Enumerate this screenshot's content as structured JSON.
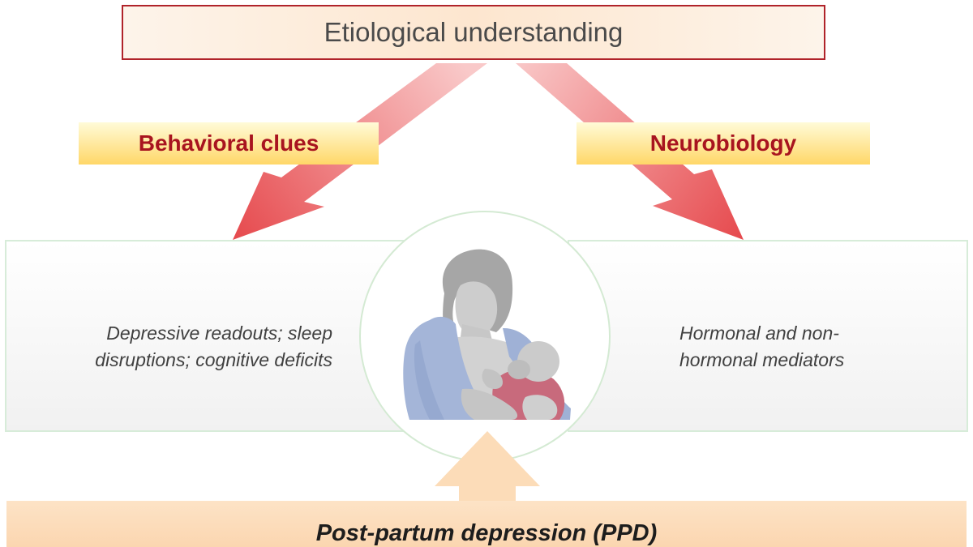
{
  "title": "Etiological understanding",
  "branches": {
    "left": {
      "label": "Behavioral clues",
      "description_lines": [
        "Depressive readouts; sleep",
        "disruptions; cognitive deficits"
      ]
    },
    "right": {
      "label": "Neurobiology",
      "description_lines": [
        "Hormonal and non-",
        "hormonal mediators"
      ]
    }
  },
  "center_icon": "breastfeeding-mother-icon",
  "base_label": "Post-partum depression (PPD)",
  "colors": {
    "title_border": "#b0232a",
    "label_text": "#a8141f",
    "arrow_red": "#e8585b",
    "arrow_peach": "#fcdcb8",
    "panel_border": "#d7ecd9"
  }
}
